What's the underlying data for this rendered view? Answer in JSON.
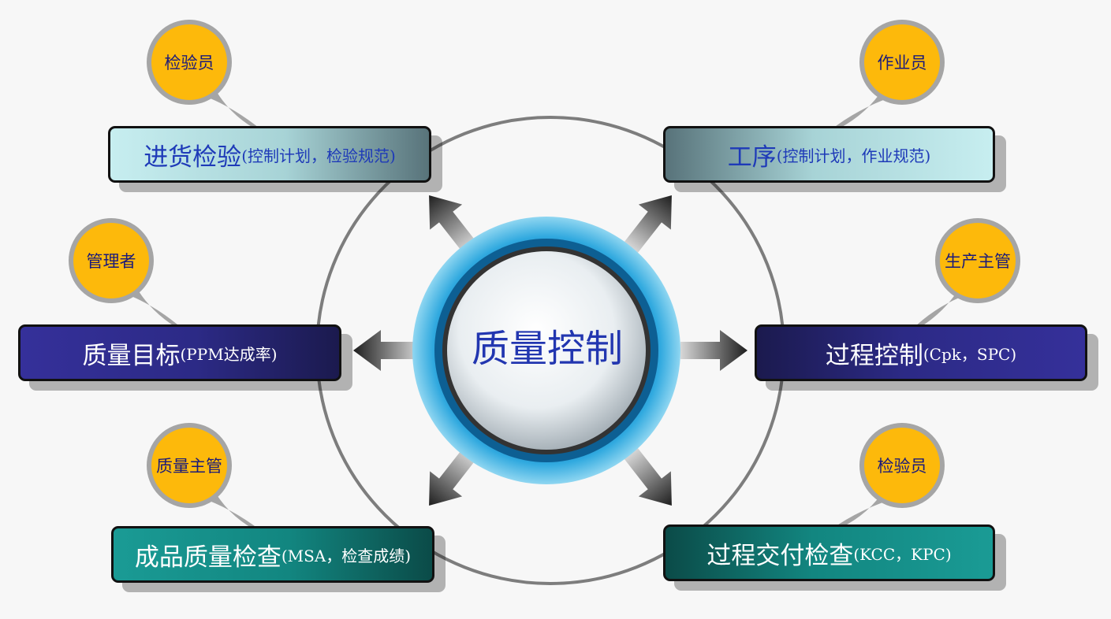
{
  "center": {
    "label": "质量控制"
  },
  "boxes": {
    "top_left": {
      "main": "进货检验",
      "sub": "(控制计划，检验规范)"
    },
    "top_right": {
      "main": "工序",
      "sub": "(控制计划，作业规范)"
    },
    "mid_left": {
      "main": "质量目标",
      "sub": "(PPM达成率)"
    },
    "mid_right": {
      "main": "过程控制",
      "sub": "(Cpk，SPC)"
    },
    "bottom_left": {
      "main": "成品质量检查",
      "sub": "(MSA，检查成绩)"
    },
    "bottom_right": {
      "main": "过程交付检查",
      "sub": "(KCC，KPC)"
    }
  },
  "roles": {
    "top_left": "检验员",
    "top_right": "作业员",
    "mid_left": "管理者",
    "mid_right": "生产主管",
    "bottom_left": "质量主管",
    "bottom_right": "检验员"
  },
  "colors": {
    "bubble": "#fdb90b",
    "center_ring": "#1a9fd8",
    "label_blue": "#2236b0",
    "light_box_text": "#1e3ab8"
  }
}
